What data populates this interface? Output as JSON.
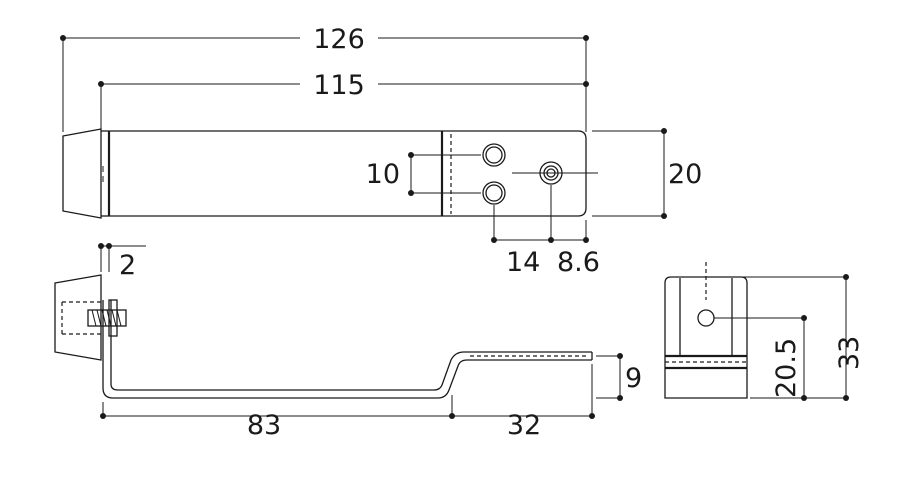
{
  "dimensions": {
    "overall_length": "126",
    "body_length": "115",
    "height_right": "20",
    "hole_spacing_vertical": "10",
    "hole_spacing_horizontal": "14",
    "hole_to_end": "8.6",
    "thickness": "2",
    "offset_height": "9",
    "lower_length": "83",
    "arm_length": "32",
    "hole_height": "20.5",
    "total_height": "33"
  }
}
